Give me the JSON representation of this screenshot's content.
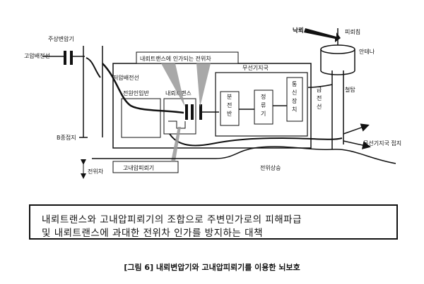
{
  "labels": {
    "pole_transformer": "주상변압기",
    "hv_line": "고압배전선",
    "lv_line": "저압배전선",
    "b_ground": "B종접지",
    "potential_diff": "전위차",
    "power_inlet": "전원인입반",
    "lightning_trans": "내뢰트랜스",
    "callout": "내뢰트랜스에 인가되는 전위차",
    "hv_arrester": "고내압피뢰기",
    "radio_station": "무선기지국",
    "distribution_panel": "분전반",
    "rectifier": "정류기",
    "comm_device": "통신장치",
    "dc_power": "급전선",
    "lightning_strike": "낙뢰",
    "lightning_rod": "피뢰침",
    "antenna": "안테나",
    "steel_tower": "철탑",
    "radio_station_ground": "무선기지국 접지",
    "potential_rise": "전위상승"
  },
  "description": {
    "line1": "내뢰트랜스와 고내압피뢰기의 조합으로 주변민가로의 피해파급",
    "line2": "및 내뢰트랜스에 과대한 전위차 인가를 방지하는 대책"
  },
  "caption": "[그림 6] 내뢰변압기와 고내압피뢰기를 이용한 뇌보호"
}
